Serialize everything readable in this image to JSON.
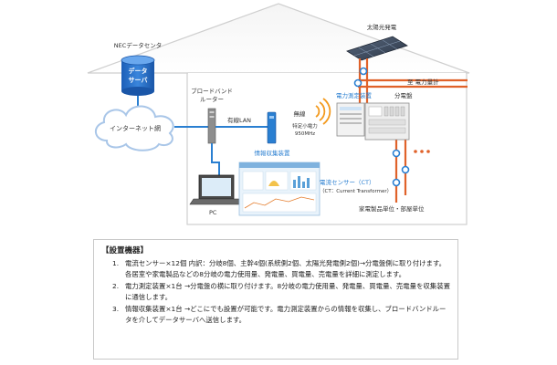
{
  "labels": {
    "nec_datacenter": "NECデータセンタ",
    "data_server_line1": "データ",
    "data_server_line2": "サーバ",
    "internet": "インターネット網",
    "router_line1": "ブロードバンド",
    "router_line2": "ルーター",
    "wired_lan": "有線LAN",
    "wireless": "無線",
    "wireless_spec_line1": "特定小電力",
    "wireless_spec_line2": "950MHz",
    "info_collector": "情報収集装置",
    "pc": "PC",
    "solar": "太陽光発電",
    "power_meter_device": "電力測定装置",
    "to_meter": "至 電力量計",
    "distribution_board": "分電盤",
    "current_sensor": "電流センサー（CT）",
    "current_sensor_sub": "（CT：Current Transformer）",
    "appliance_units": "家電製品単位・部屋単位"
  },
  "spec": {
    "title": "【設置機器】",
    "items": [
      {
        "num": "1.",
        "text": "電流センサー×12個 内訳：分岐8個、主幹4個(系統側2個、太陽光発電側2個)→分電盤側に取り付けます。各居室や家電製品などの8分岐の電力使用量、発電量、買電量、売電量を詳細に測定します。"
      },
      {
        "num": "2.",
        "text": "電力測定装置×1台 →分電盤の横に取り付けます。8分岐の電力使用量、発電量、買電量、売電量を収集装置に通信します。"
      },
      {
        "num": "3.",
        "text": "情報収集装置×1台 →どこにでも設置が可能です。電力測定装置からの情報を収集し、ブロードバンドルータを介してデータサーバへ送信します。"
      }
    ]
  }
}
